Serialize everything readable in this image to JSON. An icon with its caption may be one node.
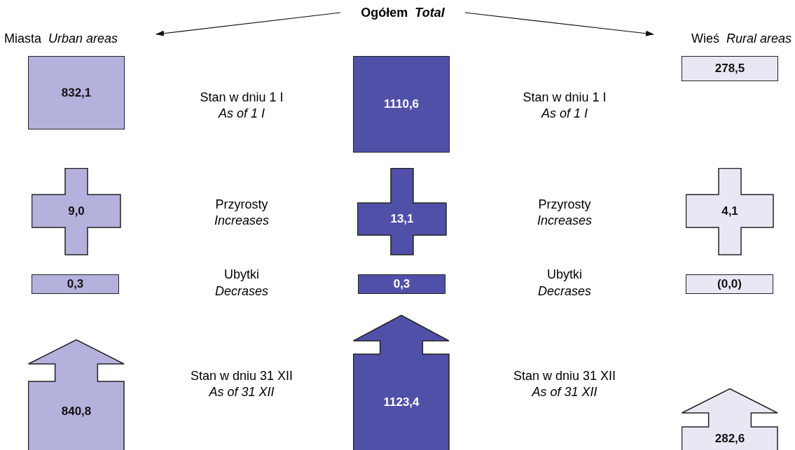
{
  "diagram": {
    "nodes": [
      {
        "text": [
          "Ogółem",
          "Total"
        ]
      },
      {
        "text": [
          "Miasta",
          "Urban areas"
        ]
      },
      {
        "text": [
          "Wieś",
          "Rural areas"
        ]
      },
      {
        "text": [
          "832,1"
        ]
      },
      {
        "text": [
          "1110,6"
        ]
      },
      {
        "text": [
          "278,5"
        ]
      },
      {
        "text": [
          "9,0"
        ]
      },
      {
        "text": [
          "13,1"
        ]
      },
      {
        "text": [
          "4,1"
        ]
      },
      {
        "text": [
          "0,3"
        ]
      },
      {
        "text": [
          "0,3"
        ]
      },
      {
        "text": [
          "(0,0)"
        ]
      },
      {
        "text": [
          "840,8"
        ]
      },
      {
        "text": [
          "1123,4"
        ]
      },
      {
        "text": [
          "282,6"
        ]
      }
    ],
    "edges": [
      {
        "from": 0,
        "to": 1,
        "arrow": "to"
      },
      {
        "from": 0,
        "to": 2,
        "arrow": "to"
      }
    ],
    "labels": [
      "Stan w dniu 1 I",
      "As of 1 I",
      "Stan w dniu 1 I",
      "As of 1 I",
      "Przyrosty",
      "Increases",
      "Przyrosty",
      "Increases",
      "Ubytki",
      "Decrases",
      "Ubytki",
      "Decrases",
      "Stan w dniu 31 XII",
      "As of 31 XII",
      "Stan w dniu 31 XII",
      "As of 31 XII"
    ]
  }
}
